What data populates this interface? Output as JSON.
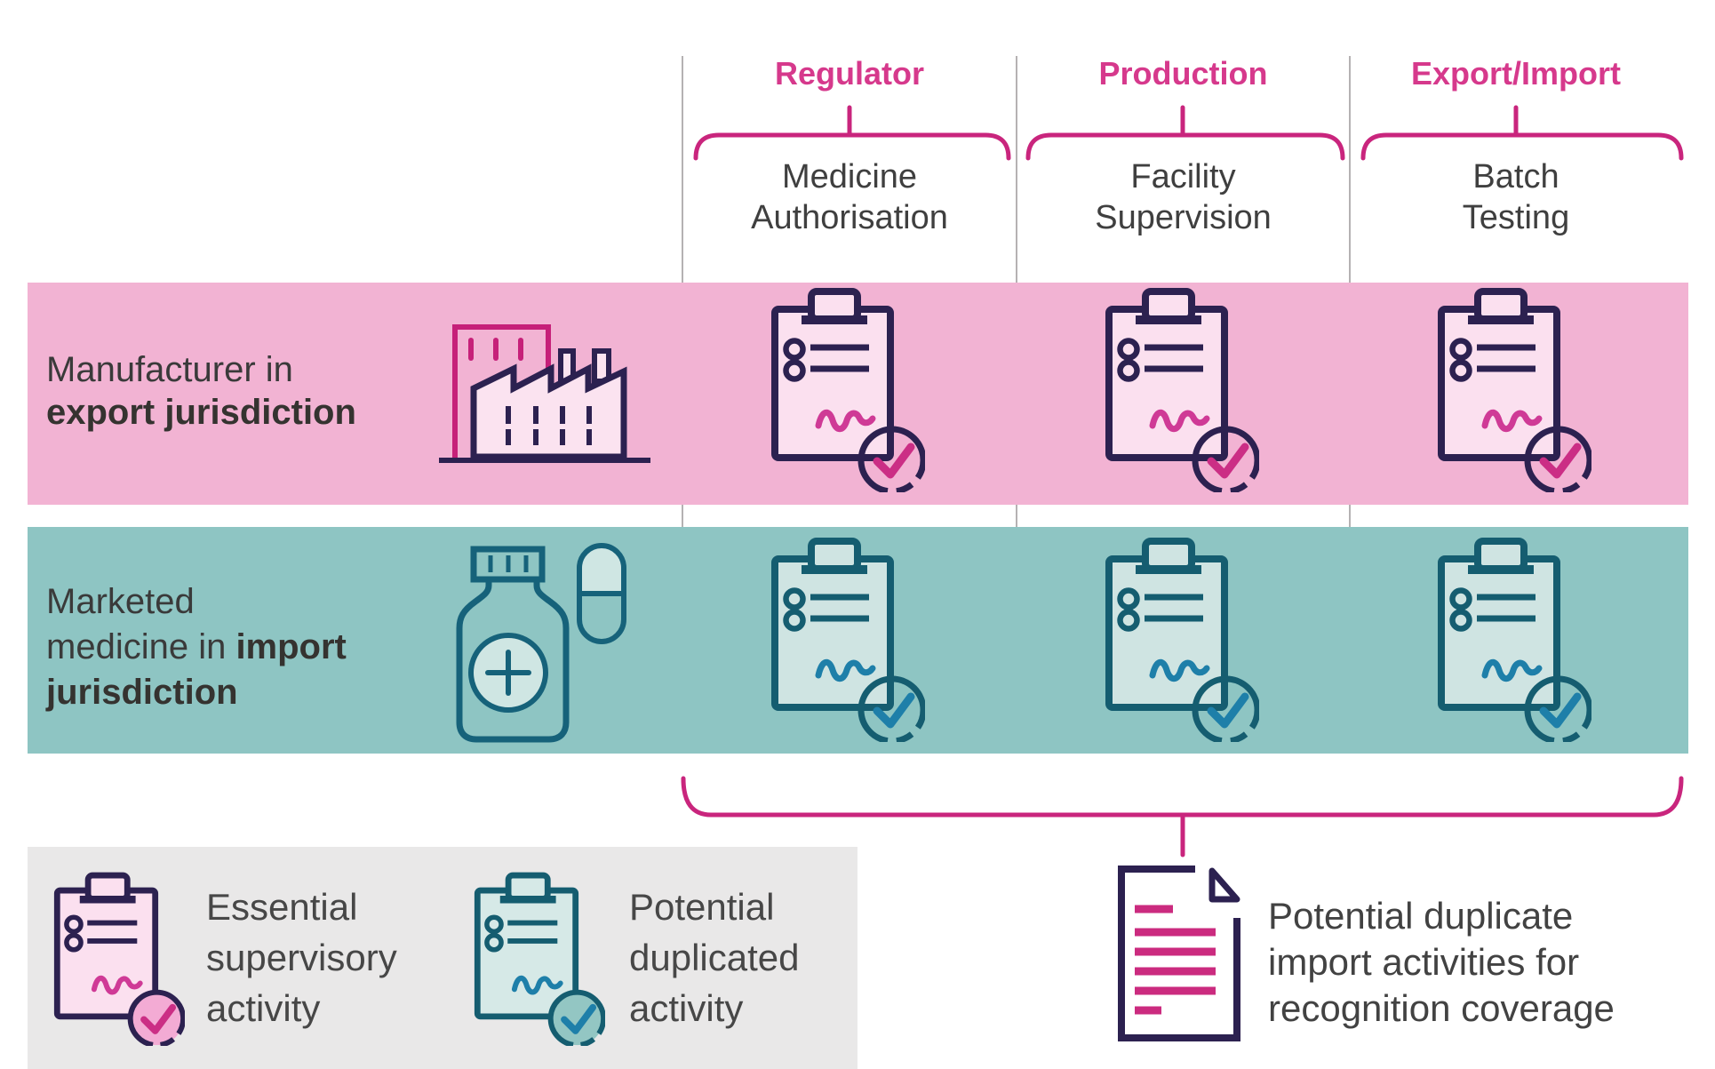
{
  "columns": [
    {
      "header": "Regulator",
      "sub1": "Medicine",
      "sub2": "Authorisation"
    },
    {
      "header": "Production",
      "sub1": "Facility",
      "sub2": "Supervision"
    },
    {
      "header": "Export/Import",
      "sub1": "Batch",
      "sub2": "Testing"
    }
  ],
  "rows": [
    {
      "line1": "Manufacturer in",
      "line2_bold": "export jurisdiction"
    },
    {
      "line1": "Marketed",
      "line2_regular": "medicine in ",
      "line2_bold": "import",
      "line3_bold": "jurisdiction"
    }
  ],
  "legend": {
    "items": [
      {
        "line1": "Essential",
        "line2": "supervisory",
        "line3": "activity"
      },
      {
        "line1": "Potential",
        "line2": "duplicated",
        "line3": "activity"
      }
    ]
  },
  "footnote": {
    "line1": "Potential duplicate",
    "line2": "import activities for",
    "line3": "recognition coverage"
  },
  "icons": {
    "factory": "factory-icon",
    "bottle": "medicine-bottle-icon",
    "pill": "pill-capsule-icon",
    "clipboard": "clipboard-check-icon",
    "document": "document-lines-icon"
  },
  "colors": {
    "header_magenta": "#d6398c",
    "accent_magenta": "#c9257d",
    "band_pink": "#f2b3d3",
    "band_teal": "#8ec5c3",
    "clipboard_fill_pink": "#fbe0ef",
    "clipboard_fill_teal": "#cfe4e2",
    "outline_navy": "#2c2150",
    "outline_teal": "#155d70",
    "check_blue": "#1e7fa9",
    "text_gray": "#3e3e3e",
    "legend_bg": "#e9e8e8",
    "divider_gray": "#b5b2b3"
  }
}
